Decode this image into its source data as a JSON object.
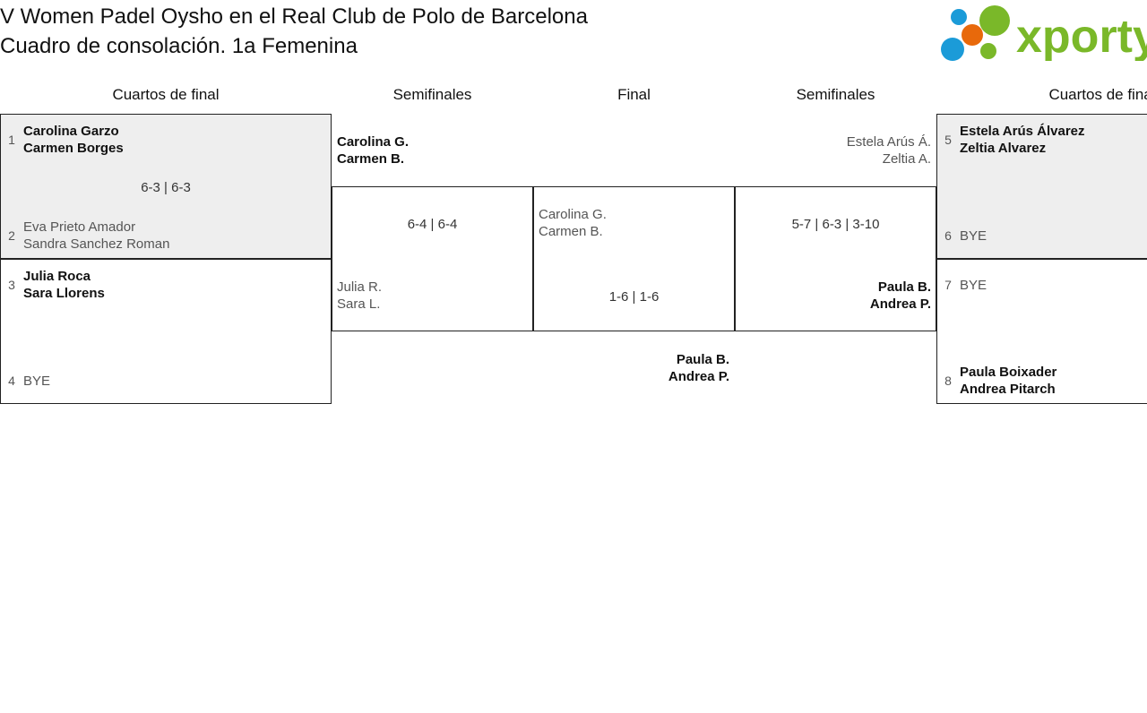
{
  "header": {
    "title_line1": "V Women Padel Oysho en el Real Club de Polo de Barcelona",
    "title_line2": "Cuadro de consolación. 1a Femenina",
    "logo_text": "xporty",
    "logo_colors": {
      "green": "#7AB829",
      "blue": "#1B9BD8",
      "orange": "#E8690B"
    }
  },
  "rounds": [
    {
      "label": "Cuartos de final"
    },
    {
      "label": "Semifinales"
    },
    {
      "label": "Final"
    },
    {
      "label": "Semifinales"
    },
    {
      "label": "Cuartos de final"
    }
  ],
  "bracket": {
    "quarterfinals_left": [
      {
        "seed_top": "1",
        "top_line1": "Carolina Garzo",
        "top_line2": "Carmen Borges",
        "top_result": "winner",
        "seed_bottom": "2",
        "bottom_line1": "Eva Prieto Amador",
        "bottom_line2": "Sandra Sanchez Roman",
        "bottom_result": "loser",
        "score": "6-3 | 6-3"
      },
      {
        "seed_top": "3",
        "top_line1": "Julia Roca",
        "top_line2": "Sara Llorens",
        "top_result": "winner",
        "seed_bottom": "4",
        "bottom_line1": "BYE",
        "bottom_line2": "",
        "bottom_result": "loser",
        "score": ""
      }
    ],
    "quarterfinals_right": [
      {
        "seed_top": "5",
        "top_line1": "Estela Arús Álvarez",
        "top_line2": "Zeltia Alvarez",
        "top_result": "winner",
        "seed_bottom": "6",
        "bottom_line1": "BYE",
        "bottom_line2": "",
        "bottom_result": "loser",
        "score": ""
      },
      {
        "seed_top": "7",
        "top_line1": "BYE",
        "top_line2": "",
        "top_result": "loser",
        "seed_bottom": "8",
        "bottom_line1": "Paula Boixader",
        "bottom_line2": "Andrea Pitarch",
        "bottom_result": "winner",
        "score": ""
      }
    ],
    "semifinal_left": {
      "top_line1": "Carolina G.",
      "top_line2": "Carmen B.",
      "top_result": "winner",
      "bottom_line1": "Julia R.",
      "bottom_line2": "Sara L.",
      "bottom_result": "loser",
      "score": "6-4 | 6-4"
    },
    "semifinal_right": {
      "top_line1": "Estela Arús Á.",
      "top_line2": "Zeltia A.",
      "top_result": "loser",
      "bottom_line1": "Paula B.",
      "bottom_line2": "Andrea P.",
      "bottom_result": "winner",
      "score": "5-7 | 6-3 | 3-10"
    },
    "final": {
      "top_line1": "Carolina G.",
      "top_line2": "Carmen B.",
      "top_result": "loser",
      "bottom_line1": "Paula B.",
      "bottom_line2": "Andrea P.",
      "bottom_result": "winner",
      "score": "1-6 | 1-6"
    }
  }
}
